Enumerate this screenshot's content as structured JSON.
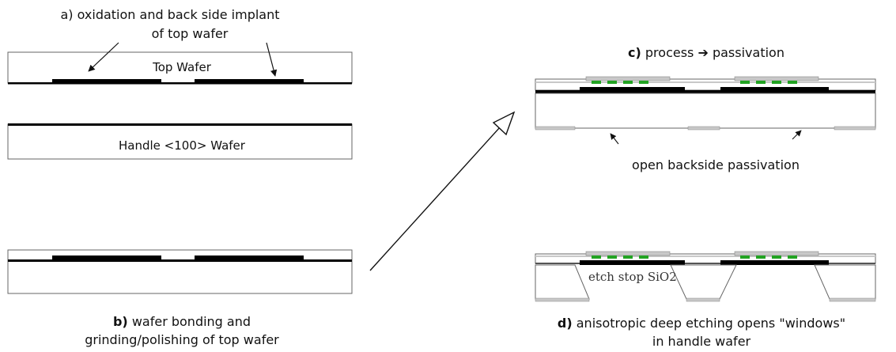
{
  "step_a": {
    "caption_line1": "a) oxidation and back side implant",
    "caption_line2": "of top wafer",
    "top_wafer_label": "Top Wafer",
    "handle_wafer_label": "Handle <100> Wafer"
  },
  "step_b": {
    "prefix": "b)",
    "caption_line1": " wafer bonding and",
    "caption_line2": "grinding/polishing of top wafer"
  },
  "step_c": {
    "prefix": "c)",
    "caption_rest": " process ➔ passivation",
    "backside_label": "open backside passivation"
  },
  "step_d": {
    "prefix": "d)",
    "caption_line1": " anisotropic deep etching opens \"windows\"",
    "caption_line2": "in handle wafer",
    "etch_stop_label": "etch stop SiO2"
  },
  "colors": {
    "outline": "#555555",
    "oxide": "#000000",
    "passivation": "#c8c8c8",
    "contact": "#22a322"
  }
}
